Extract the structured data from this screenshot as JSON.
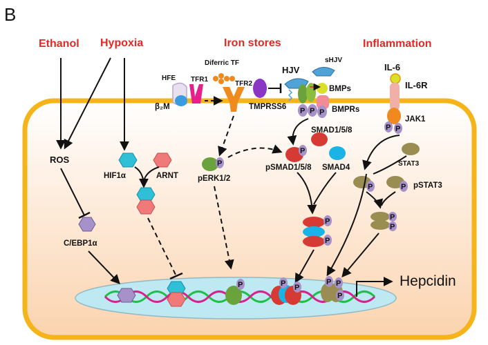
{
  "panel_letter": "B",
  "stimuli": {
    "ethanol": "Ethanol",
    "hypoxia": "Hypoxia",
    "iron_stores": "Iron stores",
    "inflammation": "Inflammation"
  },
  "membrane_labels": {
    "hfe": "HFE",
    "tfr1": "TFR1",
    "diferric_tf": "Diferric TF",
    "tfr2": "TFR2",
    "b2m": "β₂M",
    "hjv": "HJV",
    "shjv": "sHJV",
    "bmps": "BMPs",
    "bmprs": "BMPRs",
    "tmprss6": "TMPRSS6",
    "il6": "IL-6",
    "il6r": "IL-6R",
    "jak1": "JAK1"
  },
  "cytoplasm_labels": {
    "ros": "ROS",
    "hif1a": "HIF1α",
    "arnt": "ARNT",
    "cebp1a": "C/EBP1α",
    "perk": "pERK1/2",
    "smad158": "SMAD1/5/8",
    "psmad158": "pSMAD1/5/8",
    "smad4": "SMAD4",
    "stat3": "STAT3",
    "pstat3": "pSTAT3"
  },
  "phospho_label": "P",
  "gene": "Hepcidin",
  "colors": {
    "stimulus_red": "#e32826",
    "cell_border": "#f4b41a",
    "cell_fill_top": "#ffffff",
    "cell_fill_bottom": "#fbd7b6",
    "nucleus": "#bfe9f2",
    "phospho": "#a691c9",
    "smad_red": "#d63a35",
    "smad4_blue": "#19b3e6",
    "erk_green": "#6aa33c",
    "stat_olive": "#9a8d52",
    "hif_cyan": "#2fbfd6",
    "arnt_pink": "#f07a7a",
    "tfr_orange": "#f08a1e",
    "dna_green": "#1fbf4a",
    "dna_magenta": "#d4228f"
  }
}
